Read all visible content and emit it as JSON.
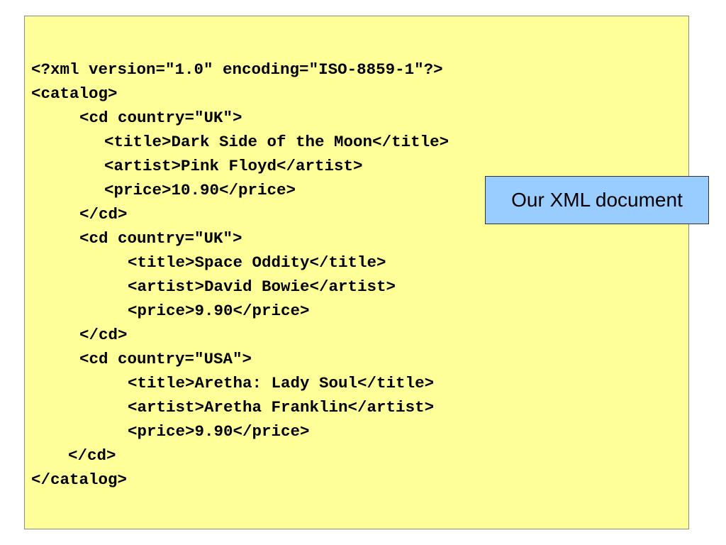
{
  "xml_document": {
    "lines": [
      "<?xml version=\"1.0\" encoding=\"ISO-8859-1\"?>",
      "<catalog>",
      "<cd country=\"UK\">",
      "<title>Dark Side of the Moon</title>",
      "<artist>Pink Floyd</artist>",
      "<price>10.90</price>",
      "</cd>",
      "<cd country=\"UK\">",
      "<title>Space Oddity</title>",
      "<artist>David Bowie</artist>",
      "<price>9.90</price>",
      "</cd>",
      "<cd country=\"USA\">",
      "<title>Aretha: Lady Soul</title>",
      "<artist>Aretha Franklin</artist>",
      "<price>9.90</price>",
      "</cd>",
      "</catalog>"
    ]
  },
  "callout": {
    "label": "Our XML document"
  },
  "colors": {
    "panel_background": "#ffff99",
    "callout_background": "#99ccff"
  }
}
